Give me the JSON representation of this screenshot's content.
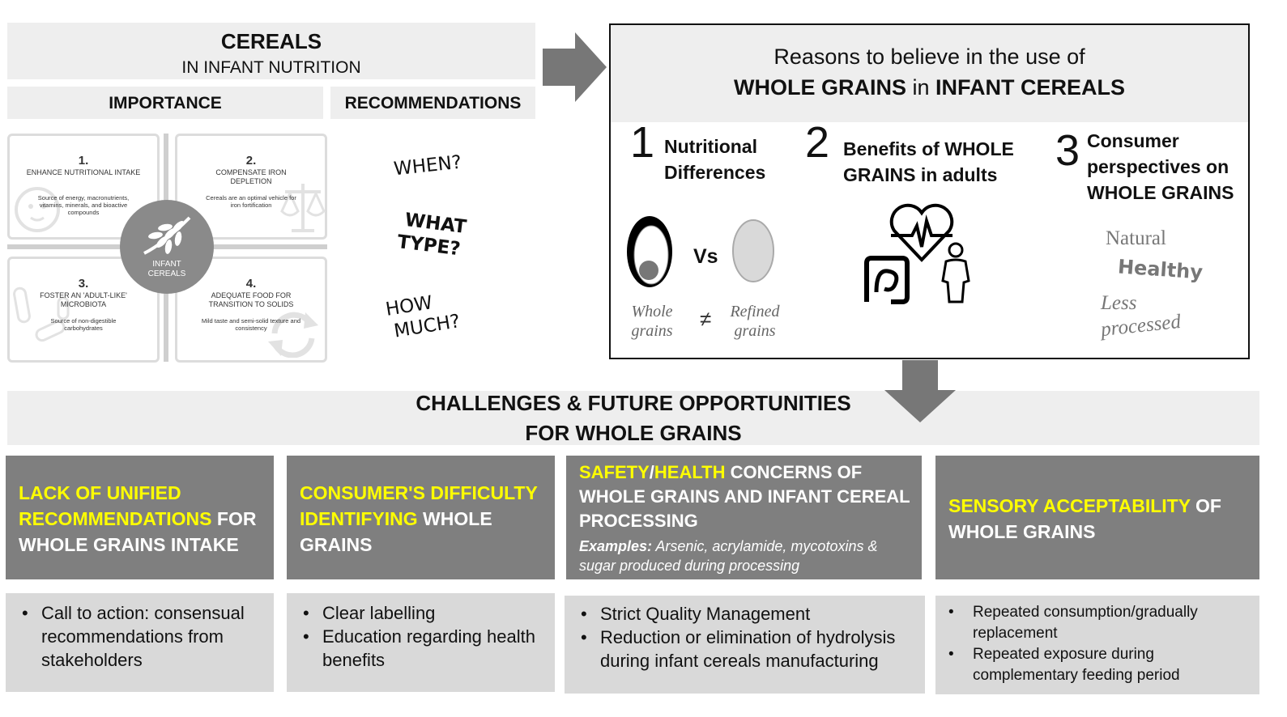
{
  "header": {
    "title": "CEREALS",
    "subtitle": "IN INFANT NUTRITION",
    "importance": "IMPORTANCE",
    "recommendations": "RECOMMENDATIONS"
  },
  "quadrants": [
    {
      "num": "1.",
      "title": "ENHANCE NUTRITIONAL INTAKE",
      "desc": "Source of energy, macronutrients, vitamins, minerals, and bioactive compounds"
    },
    {
      "num": "2.",
      "title": "COMPENSATE IRON DEPLETION",
      "desc": "Cereals are an optimal vehicle for iron fortification"
    },
    {
      "num": "3.",
      "title": "FOSTER AN 'ADULT-LIKE' MICROBIOTA",
      "desc": "Source of non-digestible carbohydrates"
    },
    {
      "num": "4.",
      "title": "ADEQUATE FOOD FOR TRANSITION TO SOLIDS",
      "desc": "Mild taste and semi-solid texture and consistency"
    }
  ],
  "center_badge": {
    "line1": "INFANT",
    "line2": "CEREALS"
  },
  "questions": {
    "when": "WHEN?",
    "what1": "WHAT",
    "what2": "TYPE?",
    "how1": "HOW",
    "how2": "MUCH?"
  },
  "reasons": {
    "line1": "Reasons to believe in the use of",
    "line2_a": "WHOLE GRAINS",
    "line2_b": " in ",
    "line2_c": "INFANT CEREALS",
    "items": [
      {
        "num": "1",
        "title_1": "Nutritional",
        "title_2": "Differences"
      },
      {
        "num": "2",
        "title_1": "Benefits of WHOLE",
        "title_2": "GRAINS in adults"
      },
      {
        "num": "3",
        "title_1": "Consumer",
        "title_2": "perspectives on",
        "title_3": "WHOLE GRAINS"
      }
    ],
    "vs": "Vs",
    "neq": "≠",
    "whole_1": "Whole",
    "whole_2": "grains",
    "refined_1": "Refined",
    "refined_2": "grains",
    "natural": "Natural",
    "healthy": "Healthy",
    "less": "Less",
    "processed": "processed"
  },
  "challenges": {
    "title_1": "CHALLENGES & FUTURE OPPORTUNITIES",
    "title_2": "FOR WHOLE GRAINS",
    "cols": [
      {
        "h_yellow": "LACK OF UNIFIED RECOMMENDATIONS",
        "h_white": " FOR WHOLE GRAINS INTAKE",
        "bullets": [
          "Call to action: consensual recommendations from stakeholders"
        ]
      },
      {
        "h_yellow": "CONSUMER'S DIFFICULTY IDENTIFYING",
        "h_white": " WHOLE GRAINS",
        "bullets": [
          "Clear labelling",
          "Education regarding health benefits"
        ]
      },
      {
        "h_yellow_1": "SAFETY",
        "h_slash": "/",
        "h_yellow_2": "HEALTH",
        "h_white": " CONCERNS OF WHOLE GRAINS AND INFANT CEREAL PROCESSING",
        "ex_label": "Examples:",
        "ex_text": " Arsenic, acrylamide, mycotoxins & sugar produced during processing",
        "bullets": [
          "Strict Quality Management",
          "Reduction or elimination of hydrolysis during infant cereals manufacturing"
        ]
      },
      {
        "h_yellow": "SENSORY ACCEPTABILITY",
        "h_white": " OF WHOLE GRAINS",
        "bullets": [
          "Repeated consumption/gradually replacement",
          "Repeated exposure during complementary feeding period"
        ]
      }
    ]
  },
  "colors": {
    "accent": "#ffff00",
    "dark_panel": "#7f7f7f",
    "light_panel": "#d9d9d9",
    "header_bg": "#eeeeee",
    "arrow": "#777777"
  }
}
